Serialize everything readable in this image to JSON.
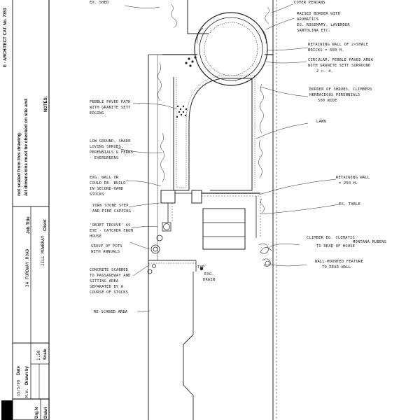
{
  "title_block": {
    "architect_line": "E · ARCHITECT CAT. No. 7353",
    "notes_heading": "NOTES:",
    "notes_text_1": "All dimensions must be checked on site and",
    "notes_text_2": "not scaled from this drawing.",
    "client_label": "Client",
    "client_value": "JILL MOWBRAY",
    "job_title_label": "Job Title",
    "job_title_value": "34 FORDWAY ROAD",
    "scale_label": "Scale",
    "scale_value": "1:50",
    "drawn_by_label": "Drawn by",
    "drawn_by_value": "M.W.",
    "date_label": "Date",
    "date_value": "15/5/98",
    "drawing_label_1": "Drawi",
    "drawing_label_2": "Drg N"
  },
  "annotations": {
    "ex_shed": "EX. SHED",
    "cover_pencans": "COVER PENCANS",
    "raised_border_1": "RAISED BORDER WITH",
    "raised_border_2": "AROMATICS",
    "raised_border_3": "EG. ROSEMARY, LAVENDER",
    "raised_border_4": "SANTOLINA ETC.",
    "retaining_wall_1": "RETAINING WALL OF 2×SHALE",
    "retaining_wall_2": "BRICKS = 600 H.",
    "circular_1": "CIRCULAR, PEBBLE PAVED AREA",
    "circular_2": "WITH GRANITE SETT SURROUND",
    "circular_3": "2 n. d.",
    "border_shrubs_1": "BORDER OF SHRUBS, CLIMBERS",
    "border_shrubs_2": "HERBACEOUS PERENNIALS",
    "border_shrubs_3": "500 WIDE",
    "lawn": "LAWN",
    "retaining_wall_b_1": "RETAINING WALL",
    "retaining_wall_b_2": "= 250 H.",
    "ex_table": "EX. TABLE",
    "climber_1": "CLIMBER EG. CLEMATIS",
    "climber_2": "MONTANA RUBENS",
    "climber_3": "TO REAR OF HOUSE",
    "wall_feature_1": "WALL-MOUNTED FEATURE",
    "wall_feature_2": "TO REAR WALL",
    "pebble_path_1": "PEBBLE PAVED PATH",
    "pebble_path_2": "WITH GRANITE SETT",
    "pebble_path_3": "EDGING",
    "low_ground_1": "LOW GROUND, SHADE",
    "low_ground_2": "LOVING SHRUBS,",
    "low_ground_3": "PERENNIALS & FERNS",
    "low_ground_4": "- EVERGREENS",
    "ex_wall_1": "EXG. WALL OR",
    "ex_wall_2": "COULD RE- BUILD",
    "ex_wall_3": "IN SECOND-HAND",
    "ex_wall_4": "STOCKS",
    "york_stone_1": "YORK STONE STEP",
    "york_stone_2": "AND PIER CAPPING",
    "objet_1": "'OBJET TROUVÉ' AS",
    "objet_2": "EYE - CATCHER FROM",
    "objet_3": "HOUSE",
    "pots_1": "GROUP OF POTS",
    "pots_2": "WITH ANNUALS",
    "concrete_1": "CONCRETE SCABBED",
    "concrete_2": "TO PASSAGEWAY AND",
    "concrete_3": "SITTING AREA",
    "concrete_4": "SEPARATED BY A",
    "concrete_5": "COURSE OF STOCKS",
    "rescaled_area": "RE-SCABED AREA",
    "tap": "TAP",
    "exg_drain_1": "EXG.",
    "exg_drain_2": "DRAIN"
  }
}
